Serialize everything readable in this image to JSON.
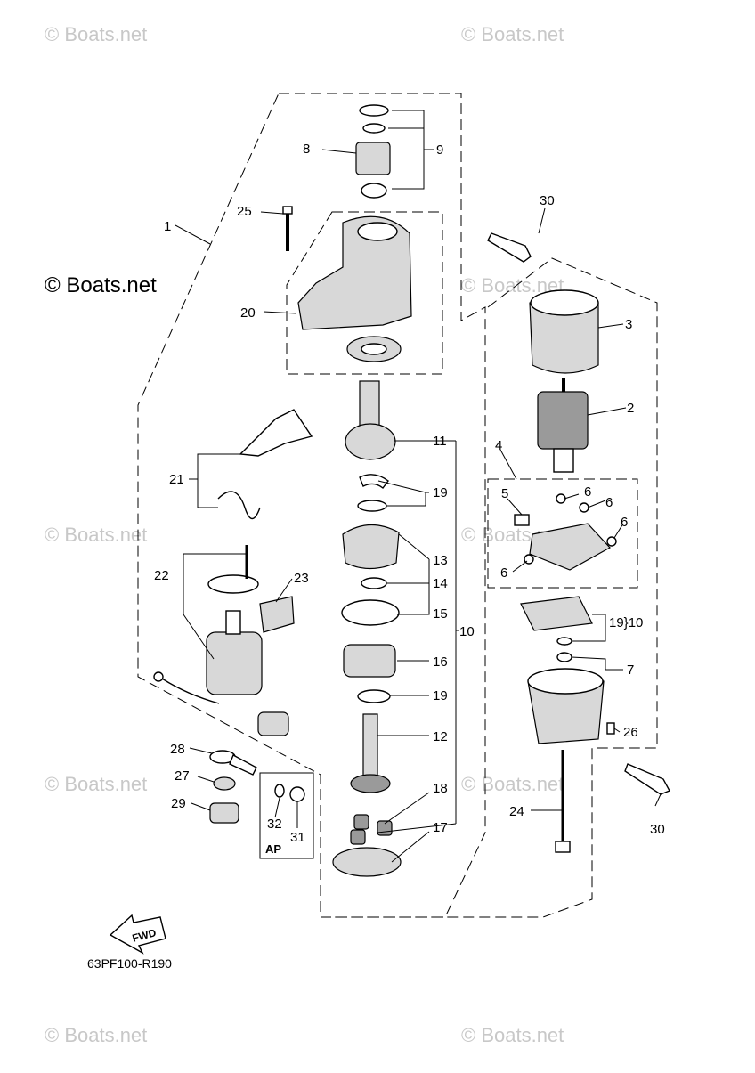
{
  "watermark": "© Boats.net",
  "diagram_code": "63PF100-R190",
  "fwd_label": "FWD",
  "ap_label": "AP",
  "labels": {
    "n1": "1",
    "n2": "2",
    "n3": "3",
    "n4": "4",
    "n5": "5",
    "n6": "6",
    "n7": "7",
    "n8": "8",
    "n9": "9",
    "n10": "10",
    "n11": "11",
    "n12": "12",
    "n13": "13",
    "n14": "14",
    "n15": "15",
    "n16": "16",
    "n17": "17",
    "n18": "18",
    "n19": "19",
    "n19_10": "19}10",
    "n20": "20",
    "n21": "21",
    "n22": "22",
    "n23": "23",
    "n24": "24",
    "n25": "25",
    "n26": "26",
    "n27": "27",
    "n28": "28",
    "n29": "29",
    "n30": "30",
    "n31": "31",
    "n32": "32"
  }
}
